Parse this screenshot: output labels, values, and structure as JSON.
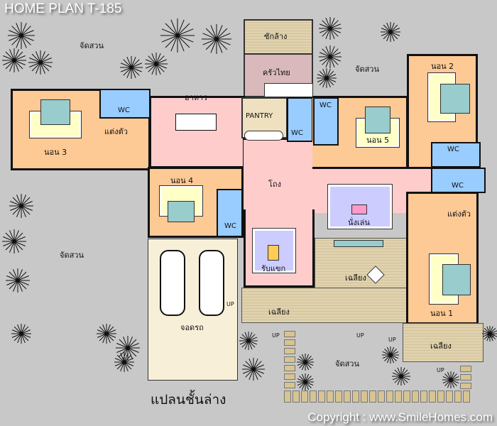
{
  "title": "HOME PLAN T-185",
  "plan_name": "แปลนชั้นล่าง",
  "copyright": "Copyright : www.SmileHomes.com",
  "rooms": {
    "bedroom1": "นอน 1",
    "bedroom2": "นอน 2",
    "bedroom3": "นอน 3",
    "bedroom4": "นอน 4",
    "bedroom5": "นอน 5",
    "dining": "อาหาร",
    "laundry": "ซักล้าง",
    "thai_kitchen": "ครัวไทย",
    "pantry": "PANTRY",
    "hall": "โถง",
    "family": "นั่งเล่น",
    "living": "รับแขก",
    "terrace": "เฉลียง",
    "dressing": "แต่งตัว",
    "garage": "จอดรถ",
    "garden": "จัดสวน",
    "wc": "WC"
  },
  "up_label": "UP",
  "colors": {
    "background": "#c8c8c8",
    "bedroom": "#fdc994",
    "wc": "#99ccff",
    "common": "#ffcccc",
    "terrace": "#d8c8a0"
  }
}
